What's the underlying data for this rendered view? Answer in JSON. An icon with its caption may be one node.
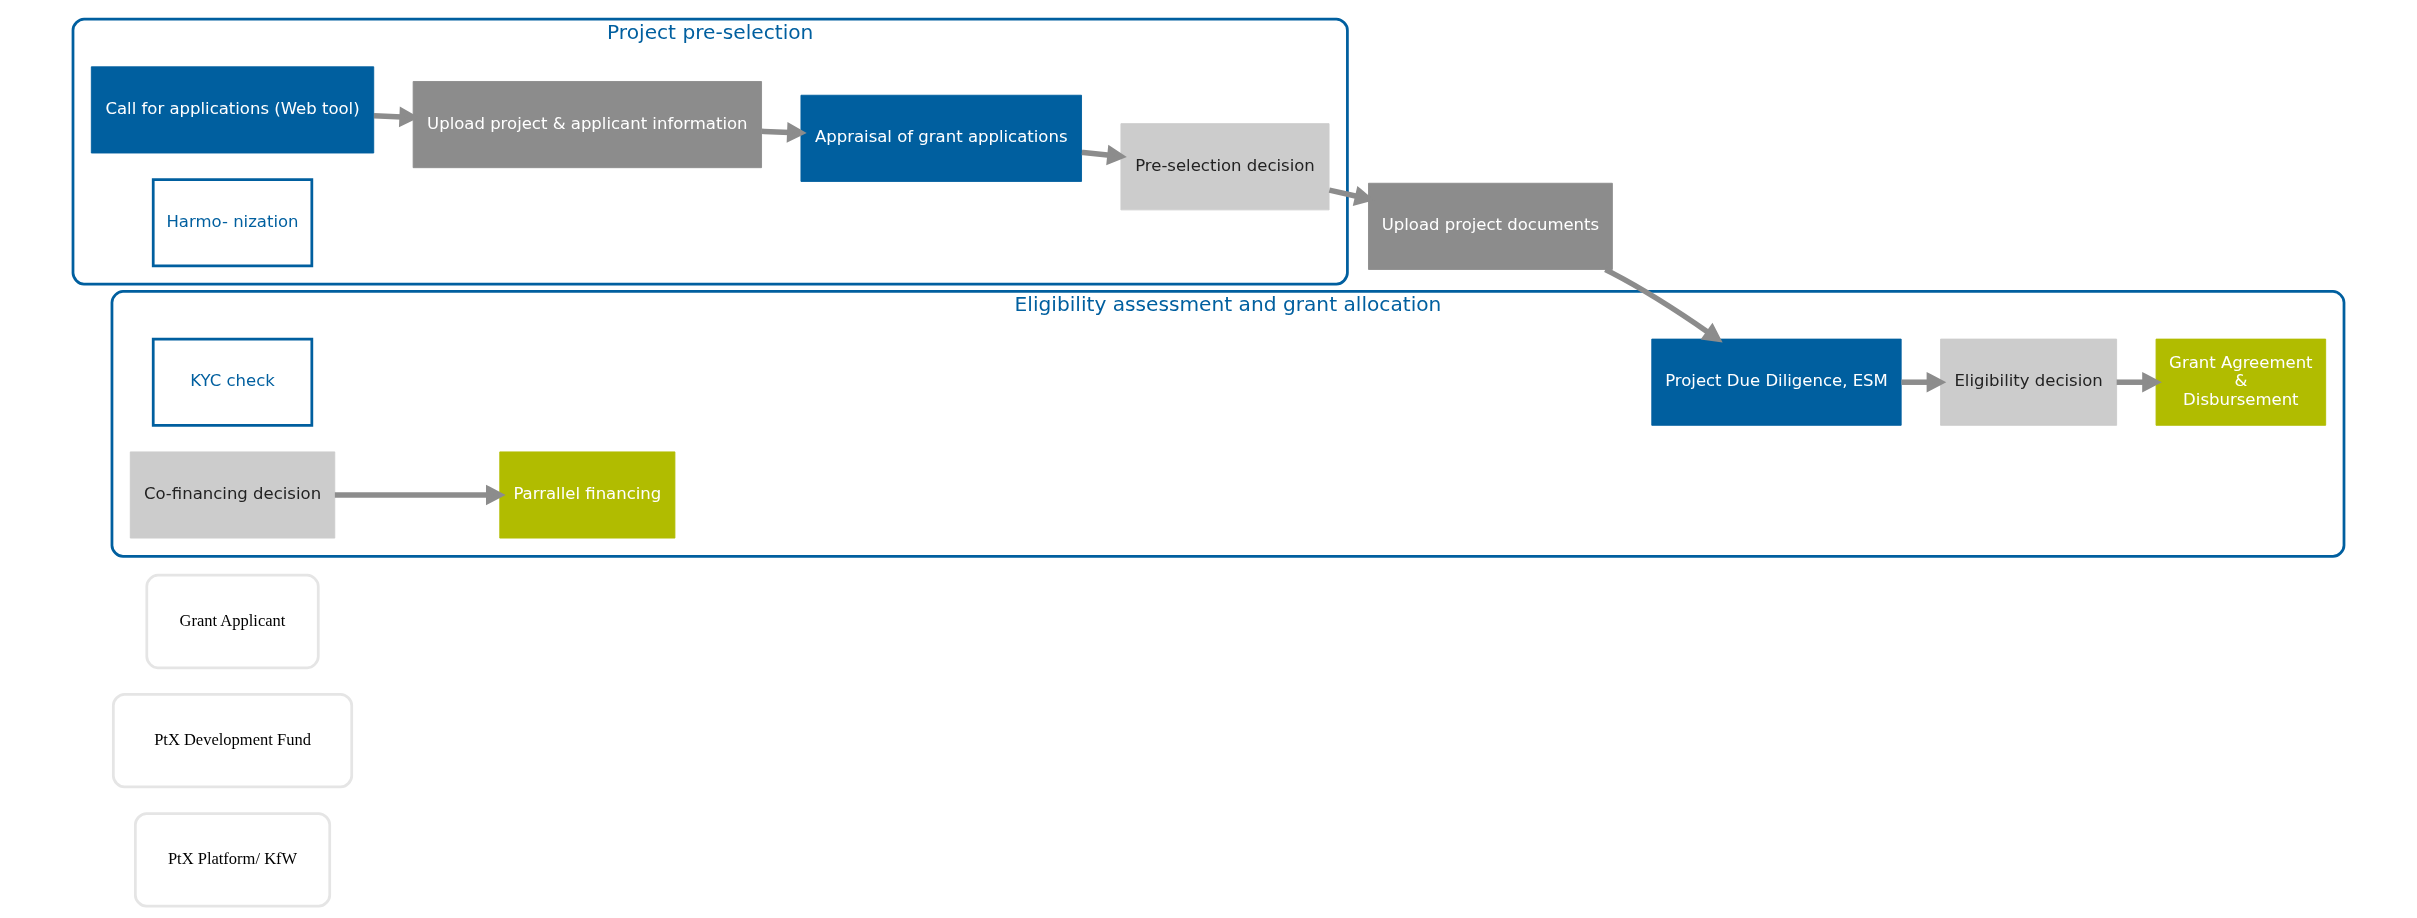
{
  "diagram": {
    "nodes": [
      {
        "text": [
          "Project pre-selection"
        ]
      },
      {
        "text": [
          "Eligibility assessment and grant allocation"
        ]
      },
      {
        "text": [
          "PtX Platform/ KfW"
        ]
      },
      {
        "text": [
          "PtX Development Fund"
        ]
      },
      {
        "text": [
          "Grant Applicant"
        ]
      },
      {
        "text": [
          "Call for applications (Web tool)"
        ],
        "in": 0
      },
      {
        "text": [
          "Upload project & applicant information"
        ],
        "in": 0
      },
      {
        "text": [
          "Harmo- nization"
        ],
        "in": 0
      },
      {
        "text": [
          "Appraisal of grant applications"
        ],
        "in": 0
      },
      {
        "text": [
          "Pre-selection decision"
        ],
        "in": 0
      },
      {
        "text": [
          "Upload project documents"
        ]
      },
      {
        "text": [
          "KYC check"
        ],
        "in": 1
      },
      {
        "text": [
          "Project Due Diligence, ESM"
        ],
        "in": 1
      },
      {
        "text": [
          "Co-financing decision"
        ],
        "in": 1
      },
      {
        "text": [
          "Eligibility decision"
        ],
        "in": 1
      },
      {
        "text": [
          "Parrallel financing"
        ],
        "in": 1
      },
      {
        "text": [
          "Grant Agreement",
          "&",
          "Disbursement"
        ],
        "in": 1
      }
    ],
    "edges": [
      {
        "from": 5,
        "to": 6,
        "arrow": "to"
      },
      {
        "from": 6,
        "to": 8,
        "arrow": "to"
      },
      {
        "from": 8,
        "to": 9,
        "arrow": "to"
      },
      {
        "from": 9,
        "to": 10,
        "arrow": "to"
      },
      {
        "from": 10,
        "to": 12,
        "arrow": "to"
      },
      {
        "from": 12,
        "to": 14,
        "arrow": "to"
      },
      {
        "from": 13,
        "to": 15,
        "arrow": "to"
      },
      {
        "from": 14,
        "to": 16,
        "arrow": "to"
      }
    ]
  }
}
